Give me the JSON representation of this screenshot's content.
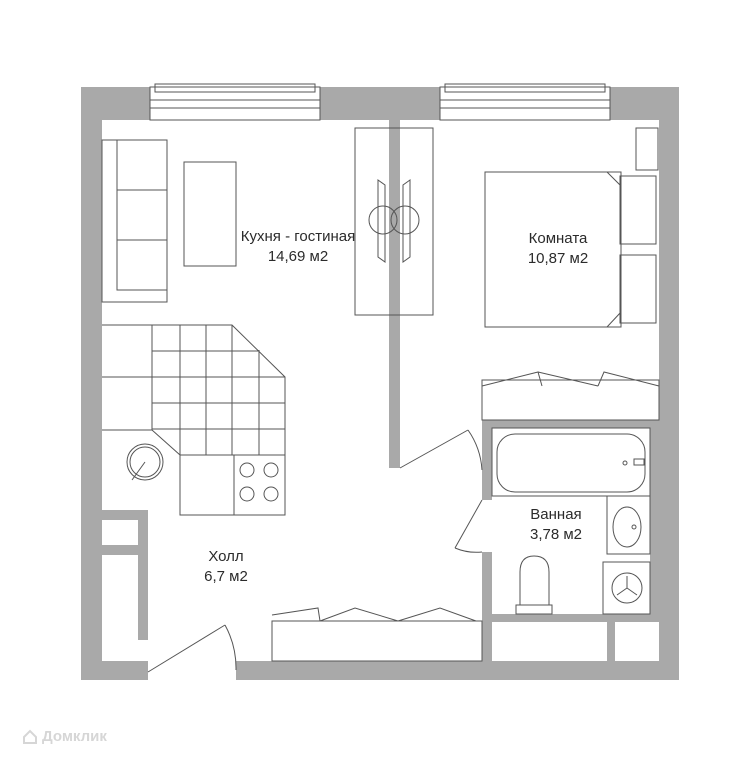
{
  "rooms": {
    "kitchen": {
      "name": "Кухня - гостиная",
      "area": "14,69 м2"
    },
    "room": {
      "name": "Комната",
      "area": "10,87 м2"
    },
    "bath": {
      "name": "Ванная",
      "area": "3,78 м2"
    },
    "hall": {
      "name": "Холл",
      "area": "6,7 м2"
    }
  },
  "watermark": "Домклик",
  "colors": {
    "wall": "#a9a9a9",
    "line": "#555555",
    "background": "#ffffff"
  },
  "icons": [
    "window-icon",
    "door-icon",
    "sofa-icon",
    "table-icon",
    "bed-icon",
    "sink-icon",
    "stove-icon",
    "bathtub-icon",
    "toilet-icon",
    "washing-machine-icon",
    "wardrobe-icon"
  ]
}
